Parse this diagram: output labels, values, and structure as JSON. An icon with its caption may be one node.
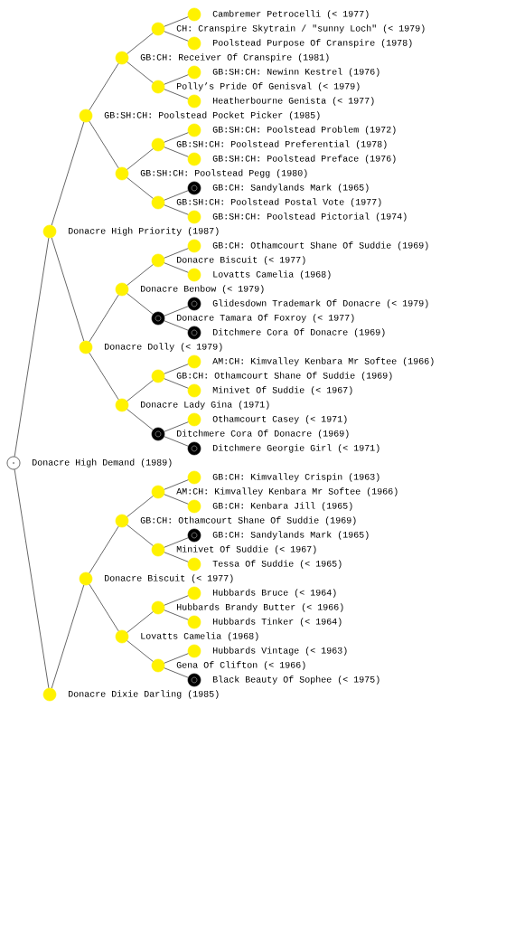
{
  "diagram": {
    "nodes": [
      {
        "text": [
          "Cambremer Petrocelli (< 1977)"
        ]
      },
      {
        "text": [
          "CH: Cranspire Skytrain / \"sunny Loch\" (< 1979)"
        ]
      },
      {
        "text": [
          "Poolstead Purpose Of Cranspire (1978)"
        ]
      },
      {
        "text": [
          "GB:CH: Receiver Of Cranspire (1981)"
        ]
      },
      {
        "text": [
          "GB:SH:CH: Newinn Kestrel (1976)"
        ]
      },
      {
        "text": [
          "Polly’s Pride Of Genisval (< 1979)"
        ]
      },
      {
        "text": [
          "Heatherbourne Genista (< 1977)"
        ]
      },
      {
        "text": [
          "GB:SH:CH: Poolstead Pocket Picker (1985)"
        ]
      },
      {
        "text": [
          "GB:SH:CH: Poolstead Problem (1972)"
        ]
      },
      {
        "text": [
          "GB:SH:CH: Poolstead Preferential (1978)"
        ]
      },
      {
        "text": [
          "GB:SH:CH: Poolstead Preface (1976)"
        ]
      },
      {
        "text": [
          "GB:SH:CH: Poolstead Pegg (1980)"
        ]
      },
      {
        "text": [
          "GB:CH: Sandylands Mark (1965)"
        ]
      },
      {
        "text": [
          "GB:SH:CH: Poolstead Postal Vote (1977)"
        ]
      },
      {
        "text": [
          "GB:SH:CH: Poolstead Pictorial (1974)"
        ]
      },
      {
        "text": [
          "Donacre High Priority (1987)"
        ]
      },
      {
        "text": [
          "GB:CH: Othamcourt Shane Of Suddie (1969)"
        ]
      },
      {
        "text": [
          "Donacre Biscuit (< 1977)"
        ]
      },
      {
        "text": [
          "Lovatts Camelia (1968)"
        ]
      },
      {
        "text": [
          "Donacre Benbow (< 1979)"
        ]
      },
      {
        "text": [
          "Glidesdown Trademark Of Donacre (< 1979)"
        ]
      },
      {
        "text": [
          "Donacre Tamara Of Foxroy (< 1977)"
        ]
      },
      {
        "text": [
          "Ditchmere Cora Of Donacre (1969)"
        ]
      },
      {
        "text": [
          "Donacre Dolly (< 1979)"
        ]
      },
      {
        "text": [
          "AM:CH: Kimvalley Kenbara Mr Softee (1966)"
        ]
      },
      {
        "text": [
          "GB:CH: Othamcourt Shane Of Suddie (1969)"
        ]
      },
      {
        "text": [
          "Minivet Of Suddie (< 1967)"
        ]
      },
      {
        "text": [
          "Donacre Lady Gina (1971)"
        ]
      },
      {
        "text": [
          "Othamcourt Casey (< 1971)"
        ]
      },
      {
        "text": [
          "Ditchmere Cora Of Donacre (1969)"
        ]
      },
      {
        "text": [
          "Ditchmere Georgie Girl (< 1971)"
        ]
      },
      {
        "text": [
          "Donacre High Demand (1989)"
        ]
      },
      {
        "text": [
          "GB:CH: Kimvalley Crispin (1963)"
        ]
      },
      {
        "text": [
          "AM:CH: Kimvalley Kenbara Mr Softee (1966)"
        ]
      },
      {
        "text": [
          "GB:CH: Kenbara Jill (1965)"
        ]
      },
      {
        "text": [
          "GB:CH: Othamcourt Shane Of Suddie (1969)"
        ]
      },
      {
        "text": [
          "GB:CH: Sandylands Mark (1965)"
        ]
      },
      {
        "text": [
          "Minivet Of Suddie (< 1967)"
        ]
      },
      {
        "text": [
          "Tessa Of Suddie (< 1965)"
        ]
      },
      {
        "text": [
          "Donacre Biscuit (< 1977)"
        ]
      },
      {
        "text": [
          "Hubbards Bruce (< 1964)"
        ]
      },
      {
        "text": [
          "Hubbards Brandy Butter (< 1966)"
        ]
      },
      {
        "text": [
          "Hubbards Tinker (< 1964)"
        ]
      },
      {
        "text": [
          "Lovatts Camelia (1968)"
        ]
      },
      {
        "text": [
          "Hubbards Vintage (< 1963)"
        ]
      },
      {
        "text": [
          "Gena Of Clifton (< 1966)"
        ]
      },
      {
        "text": [
          "Black Beauty Of Sophee (< 1975)"
        ]
      },
      {
        "text": [
          "Donacre Dixie Darling (1985)"
        ]
      }
    ],
    "edges": [
      {
        "from": 31,
        "to": 15,
        "arrow": "none"
      },
      {
        "from": 31,
        "to": 47,
        "arrow": "none"
      },
      {
        "from": 15,
        "to": 7,
        "arrow": "none"
      },
      {
        "from": 15,
        "to": 23,
        "arrow": "none"
      },
      {
        "from": 47,
        "to": 39,
        "arrow": "none"
      },
      {
        "from": 7,
        "to": 3,
        "arrow": "none"
      },
      {
        "from": 7,
        "to": 11,
        "arrow": "none"
      },
      {
        "from": 23,
        "to": 19,
        "arrow": "none"
      },
      {
        "from": 23,
        "to": 27,
        "arrow": "none"
      },
      {
        "from": 39,
        "to": 35,
        "arrow": "none"
      },
      {
        "from": 39,
        "to": 43,
        "arrow": "none"
      },
      {
        "from": 3,
        "to": 1,
        "arrow": "none"
      },
      {
        "from": 3,
        "to": 5,
        "arrow": "none"
      },
      {
        "from": 11,
        "to": 9,
        "arrow": "none"
      },
      {
        "from": 11,
        "to": 13,
        "arrow": "none"
      },
      {
        "from": 19,
        "to": 17,
        "arrow": "none"
      },
      {
        "from": 19,
        "to": 21,
        "arrow": "none"
      },
      {
        "from": 27,
        "to": 25,
        "arrow": "none"
      },
      {
        "from": 27,
        "to": 29,
        "arrow": "none"
      },
      {
        "from": 35,
        "to": 33,
        "arrow": "none"
      },
      {
        "from": 35,
        "to": 37,
        "arrow": "none"
      },
      {
        "from": 43,
        "to": 41,
        "arrow": "none"
      },
      {
        "from": 43,
        "to": 45,
        "arrow": "none"
      },
      {
        "from": 1,
        "to": 0,
        "arrow": "none"
      },
      {
        "from": 1,
        "to": 2,
        "arrow": "none"
      },
      {
        "from": 5,
        "to": 4,
        "arrow": "none"
      },
      {
        "from": 5,
        "to": 6,
        "arrow": "none"
      },
      {
        "from": 9,
        "to": 8,
        "arrow": "none"
      },
      {
        "from": 9,
        "to": 10,
        "arrow": "none"
      },
      {
        "from": 13,
        "to": 12,
        "arrow": "none"
      },
      {
        "from": 13,
        "to": 14,
        "arrow": "none"
      },
      {
        "from": 17,
        "to": 16,
        "arrow": "none"
      },
      {
        "from": 17,
        "to": 18,
        "arrow": "none"
      },
      {
        "from": 21,
        "to": 20,
        "arrow": "none"
      },
      {
        "from": 21,
        "to": 22,
        "arrow": "none"
      },
      {
        "from": 25,
        "to": 24,
        "arrow": "none"
      },
      {
        "from": 25,
        "to": 26,
        "arrow": "none"
      },
      {
        "from": 29,
        "to": 28,
        "arrow": "none"
      },
      {
        "from": 29,
        "to": 30,
        "arrow": "none"
      },
      {
        "from": 33,
        "to": 32,
        "arrow": "none"
      },
      {
        "from": 33,
        "to": 34,
        "arrow": "none"
      },
      {
        "from": 37,
        "to": 36,
        "arrow": "none"
      },
      {
        "from": 37,
        "to": 38,
        "arrow": "none"
      },
      {
        "from": 41,
        "to": 40,
        "arrow": "none"
      },
      {
        "from": 41,
        "to": 42,
        "arrow": "none"
      },
      {
        "from": 45,
        "to": 44,
        "arrow": "none"
      },
      {
        "from": 45,
        "to": 46,
        "arrow": "none"
      }
    ]
  }
}
